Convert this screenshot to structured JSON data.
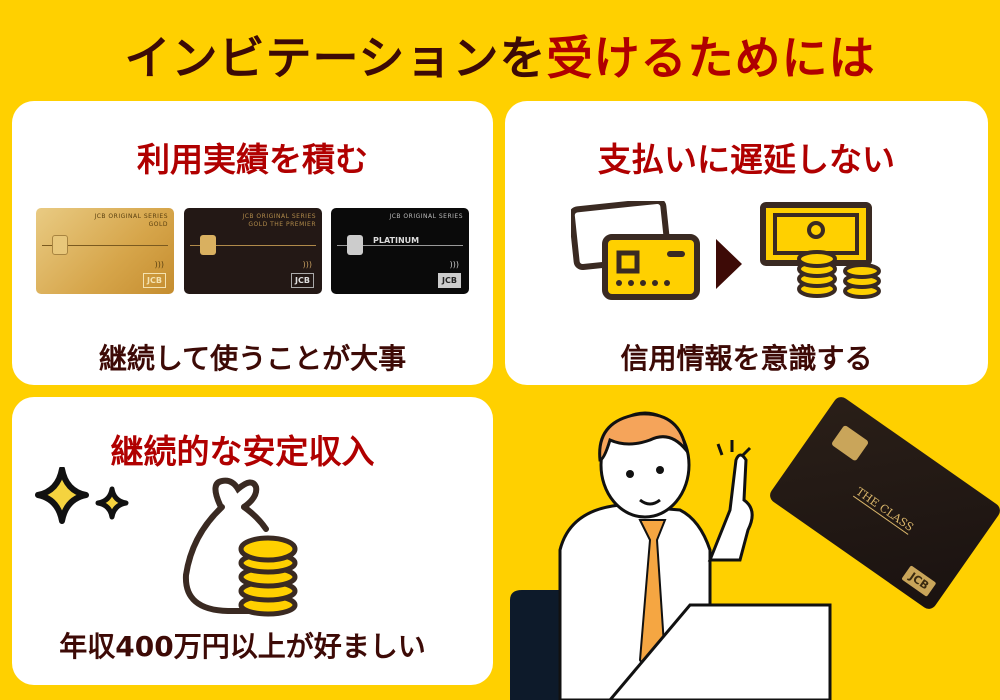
{
  "header": {
    "title_part1": "インビテーションを",
    "title_part2": "受けるためには"
  },
  "panels": {
    "usage": {
      "heading": "利用実績を積む",
      "footer": "継続して使うことが大事",
      "cards": [
        {
          "series": "JCB ORIGINAL SERIES",
          "name": "GOLD",
          "label": ""
        },
        {
          "series": "JCB ORIGINAL SERIES",
          "name": "GOLD THE PREMIER",
          "label": ""
        },
        {
          "series": "JCB ORIGINAL SERIES",
          "name": "",
          "label": "PLATINUM"
        }
      ],
      "brand": "JCB",
      "nfc": ")))"
    },
    "payment": {
      "heading": "支払いに遅延しない",
      "footer": "信用情報を意識する",
      "arrow": "▶"
    },
    "income": {
      "heading": "継続的な安定収入",
      "footer": "年収400万円以上が好ましい"
    }
  },
  "illustration": {
    "card_name": "THE CLASS",
    "card_brand": "JCB"
  },
  "colors": {
    "background": "#FFD000",
    "accent_red": "#b00000",
    "dark_brown": "#3d0a06",
    "icon_outline": "#3a2a22"
  }
}
